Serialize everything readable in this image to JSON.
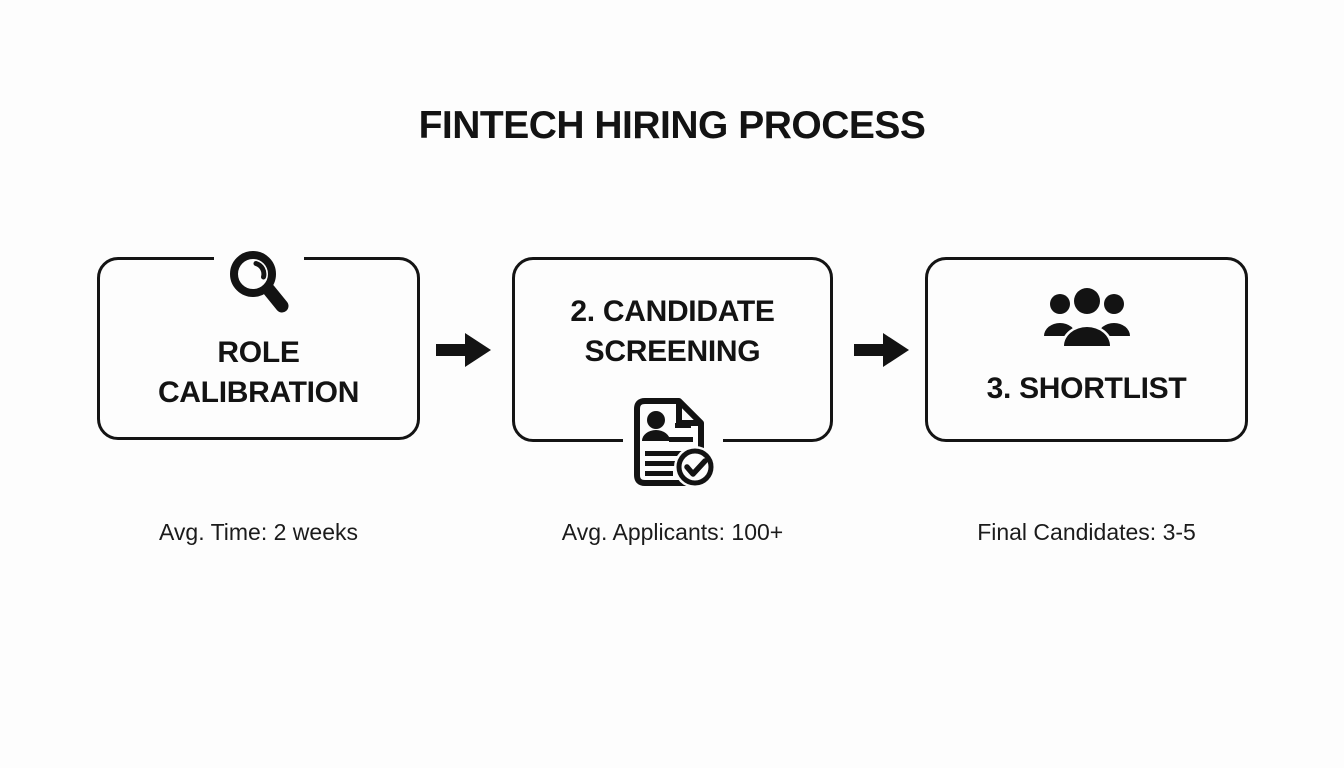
{
  "title": "FINTECH HIRING PROCESS",
  "steps": [
    {
      "label_lines": [
        "ROLE",
        "CALIBRATION"
      ],
      "icon": "magnifier-icon",
      "caption": "Avg. Time: 2 weeks"
    },
    {
      "label_lines": [
        "2. CANDIDATE",
        "SCREENING"
      ],
      "icon": "document-check-icon",
      "caption": "Avg. Applicants: 100+"
    },
    {
      "label_lines": [
        "3. SHORTLIST"
      ],
      "icon": "people-group-icon",
      "caption": "Final Candidates: 3-5"
    }
  ],
  "colors": {
    "background": "#fdfdfd",
    "ink": "#131313"
  }
}
